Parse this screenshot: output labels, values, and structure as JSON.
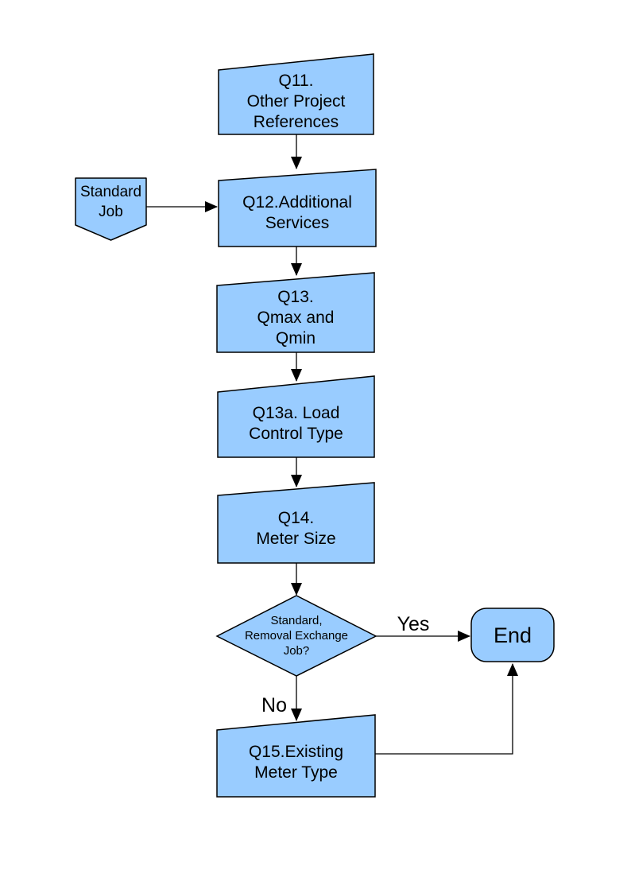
{
  "diagram": {
    "type": "flowchart",
    "colors": {
      "node_fill": "#99CCFF",
      "node_stroke": "#000000",
      "connector": "#000000",
      "text": "#000000",
      "background": "#FFFFFF"
    },
    "nodes": {
      "q11": {
        "shape": "card",
        "label": "Q11.\nOther Project\nReferences"
      },
      "standard_job": {
        "shape": "pentagon-down",
        "label": "Standard\nJob"
      },
      "q12": {
        "shape": "card",
        "label": "Q12.Additional\nServices"
      },
      "q13": {
        "shape": "card",
        "label": "Q13.\nQmax and\nQmin"
      },
      "q13a": {
        "shape": "card",
        "label": "Q13a. Load\nControl Type"
      },
      "q14": {
        "shape": "card",
        "label": "Q14.\nMeter Size"
      },
      "decision": {
        "shape": "diamond",
        "label": "Standard,\nRemoval Exchange\nJob?"
      },
      "end": {
        "shape": "terminator",
        "label": "End"
      },
      "q15": {
        "shape": "card",
        "label": "Q15.Existing\nMeter Type"
      }
    },
    "edge_labels": {
      "yes": "Yes",
      "no": "No"
    }
  }
}
